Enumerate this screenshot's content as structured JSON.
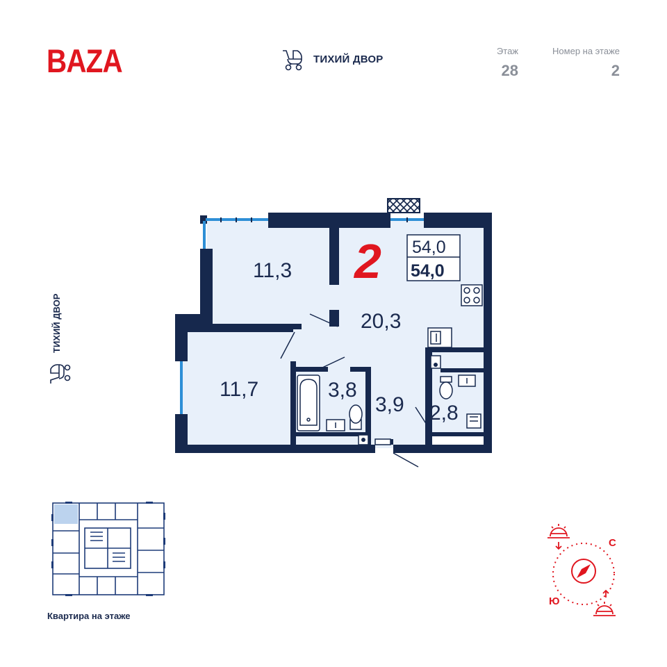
{
  "brand": {
    "logo": "BAZA",
    "accent": "#e0161f",
    "wall_color": "#16284d",
    "floor_color": "#e8f0fa",
    "window_color": "#2e8fd6"
  },
  "header": {
    "courtyard_label": "ТИХИЙ ДВОР",
    "courtyard_icon": "baby-stroller-icon",
    "floor_label": "Этаж",
    "floor_value": "28",
    "number_label": "Номер на этаже",
    "number_value": "2"
  },
  "side": {
    "courtyard_label": "ТИХИЙ ДВОР",
    "courtyard_icon": "baby-stroller-icon"
  },
  "plan": {
    "rooms_count": "2",
    "total_area": "54,0",
    "living_area": "54,0",
    "rooms": [
      {
        "id": "bedroom-top",
        "area": "11,3"
      },
      {
        "id": "kitchen-living",
        "area": "20,3"
      },
      {
        "id": "bedroom-bottom",
        "area": "11,7"
      },
      {
        "id": "bathroom",
        "area": "3,8"
      },
      {
        "id": "hall",
        "area": "3,9"
      },
      {
        "id": "wc",
        "area": "2,8"
      }
    ]
  },
  "minimap": {
    "caption": "Квартира на этаже"
  },
  "compass": {
    "north": "С",
    "south": "Ю",
    "icon": "compass-icon"
  }
}
